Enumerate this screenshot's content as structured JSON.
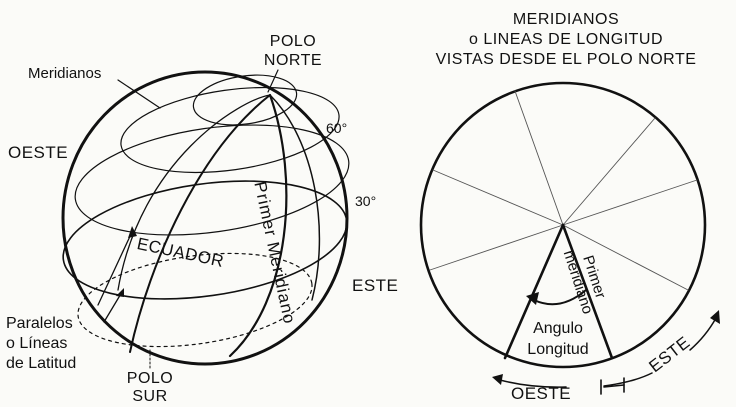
{
  "globe": {
    "polo_norte": [
      "POLO",
      "NORTE"
    ],
    "polo_sur": [
      "POLO",
      "SUR"
    ],
    "meridianos": "Meridianos",
    "oeste": "OESTE",
    "este": "ESTE",
    "ecuador": "ECUADOR",
    "primer_meridiano": "Primer Meridiano",
    "lat_60": "60°",
    "lat_30": "30°",
    "paralelos": [
      "Paralelos",
      "o Líneas",
      "de Latitud"
    ]
  },
  "top_view": {
    "title": [
      "MERIDIANOS",
      "o LINEAS DE LONGITUD",
      "VISTAS DESDE EL POLO NORTE"
    ],
    "primer_meridiano": [
      "Primer",
      "meridiano"
    ],
    "angulo": [
      "Angulo",
      "Longitud"
    ],
    "oeste": "OESTE",
    "este": "ESTE"
  }
}
